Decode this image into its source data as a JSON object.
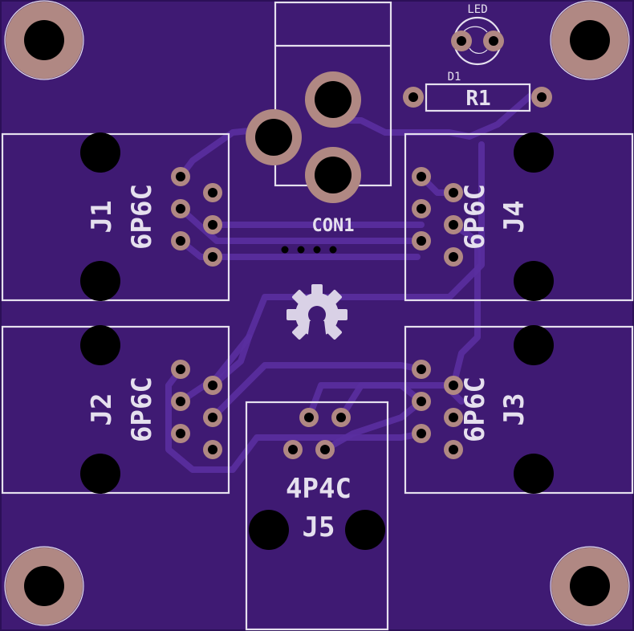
{
  "board": {
    "colors": {
      "soldermask": "#3f1a73",
      "trace": "#5a2fa0",
      "silkscreen": "#e5e0ee",
      "pad": "#b08883",
      "drill": "#000000"
    }
  },
  "labels": {
    "j1_name": "J1",
    "j1_type": "6P6C",
    "j2_name": "J2",
    "j2_type": "6P6C",
    "j3_name": "J3",
    "j3_type": "6P6C",
    "j4_name": "J4",
    "j4_type": "6P6C",
    "j5_name": "J5",
    "j5_type": "4P4C",
    "con1": "CON1",
    "r1": "R1",
    "d1": "D1",
    "led": "LED"
  },
  "icons": {
    "logo": "open-hardware-gear-icon"
  }
}
